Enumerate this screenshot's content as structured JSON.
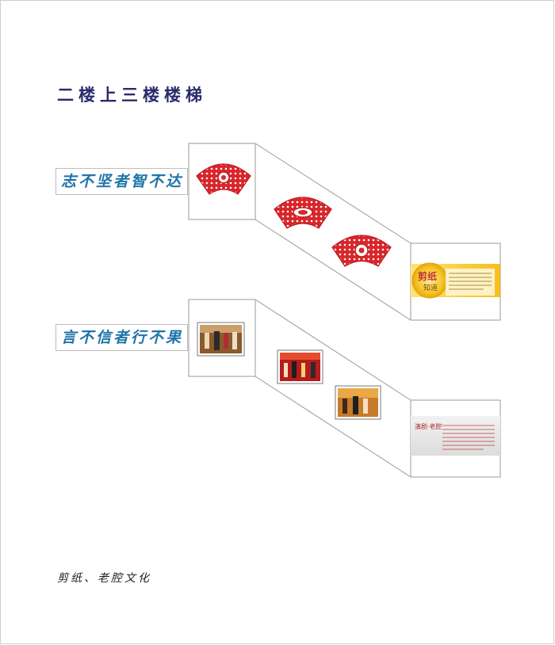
{
  "heading": "二楼上三楼楼梯",
  "section1": {
    "motto": "志不坚者智不达",
    "panel_badge_top": "剪纸",
    "panel_badge_bottom": "知道"
  },
  "section2": {
    "motto": "言不信者行不果",
    "panel_title": "演剧·老腔"
  },
  "caption": "剪纸、老腔文化",
  "colors": {
    "title": "#2a2a6e",
    "motto": "#1f74a8",
    "papercut_red": "#d8262b",
    "panel_yellow": "#f5c21a"
  }
}
